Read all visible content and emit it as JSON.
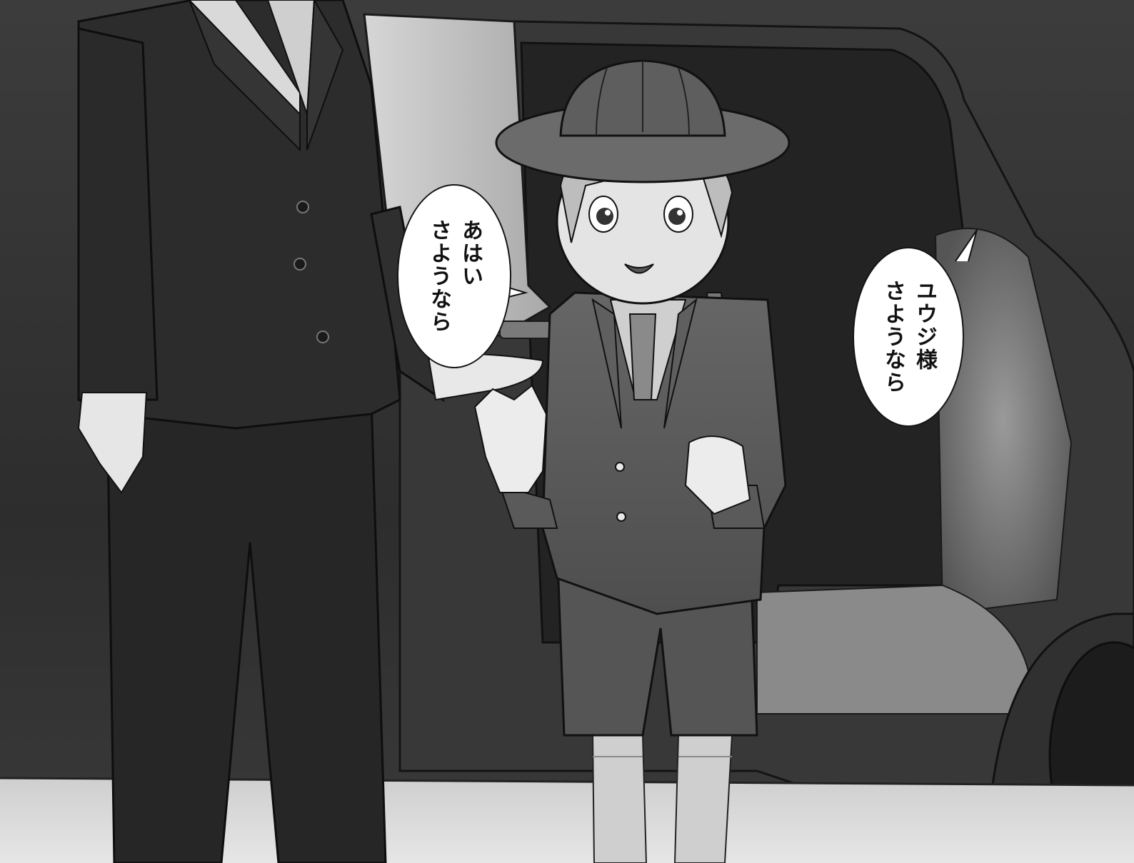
{
  "scene": {
    "description_colors": {
      "background": "#2a2a2a",
      "car_body": "#3a3a3a",
      "car_interior": "#262626",
      "door_panel": "#bdbdbd",
      "seat": "#6e6e6e",
      "suit": "#2b2b2b",
      "boy_uniform": "#5a5a5a",
      "skin": "#e2e2e2",
      "hat": "#6a6a6a",
      "floor": "#d8d8d8"
    }
  },
  "dialogue": {
    "left_bubble": {
      "line1": "あはい",
      "line2": "さようなら"
    },
    "right_bubble": {
      "line1": "ユウジ様",
      "line2": "さようなら"
    }
  }
}
